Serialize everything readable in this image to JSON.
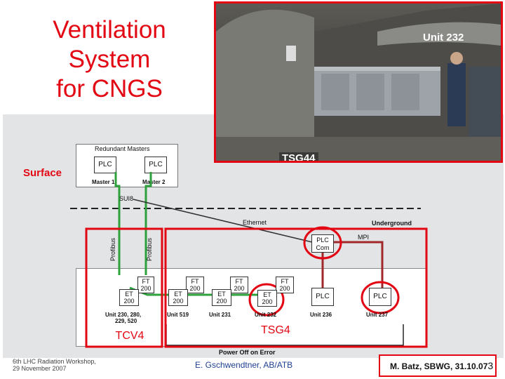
{
  "slide": {
    "title_lines": [
      "Ventilation",
      "System",
      "for CNGS"
    ],
    "photo": {
      "label_top": "Unit 232",
      "label_bottom": "TSG44"
    },
    "surface_label": "Surface",
    "redundant_masters": {
      "title": "Redundant Masters",
      "plc_label": "PLC",
      "master1": "Master 1",
      "master2": "Master 2"
    },
    "sui8_label": "SUI8",
    "ethernet_label": "Ethernet",
    "underground_label": "Underground",
    "mpi_label": "MPI",
    "profibus_label": "Profibus",
    "plc_com": {
      "line1": "PLC",
      "line2": "Com"
    },
    "modules": {
      "ft": {
        "line1": "FT",
        "line2": "200"
      },
      "et": {
        "line1": "ET",
        "line2": "200"
      },
      "plc": "PLC"
    },
    "units": {
      "u1": "Unit 230, 280,",
      "u1b": "229, 520",
      "u519": "Unit 519",
      "u231": "Unit 231",
      "u232": "Unit 232",
      "u236": "Unit 236",
      "u237": "Unit 237"
    },
    "tcv4_label": "TCV4",
    "tsg4_label": "TSG4",
    "power_off_label": "Power Off on Error",
    "footer": {
      "left_line1": "6th LHC Radiation Workshop,",
      "left_line2": "29 November 2007",
      "center": "E. Gschwendtner, AB/ATB",
      "right": "M. Batz, SBWG, 31.10.07",
      "page": "3"
    }
  },
  "colors": {
    "accent": "#e30613",
    "profibus": "#2da13b",
    "mpi": "#a0282a",
    "ethernet": "#333333"
  }
}
